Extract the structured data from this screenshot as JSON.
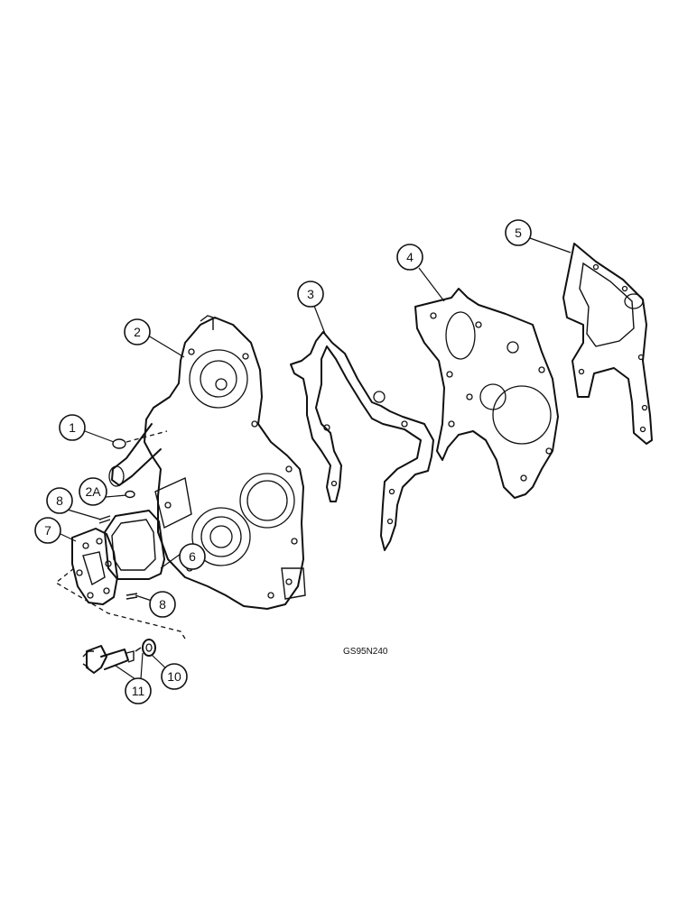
{
  "figure": {
    "reference_code": "GS95N240"
  },
  "callouts": [
    {
      "id": "c1",
      "label": "1"
    },
    {
      "id": "c2",
      "label": "2"
    },
    {
      "id": "c2a",
      "label": "2A"
    },
    {
      "id": "c3",
      "label": "3"
    },
    {
      "id": "c4",
      "label": "4"
    },
    {
      "id": "c5",
      "label": "5"
    },
    {
      "id": "c6",
      "label": "6"
    },
    {
      "id": "c7",
      "label": "7"
    },
    {
      "id": "c8a",
      "label": "8"
    },
    {
      "id": "c8b",
      "label": "8"
    },
    {
      "id": "c10",
      "label": "10"
    },
    {
      "id": "c11",
      "label": "11"
    }
  ]
}
